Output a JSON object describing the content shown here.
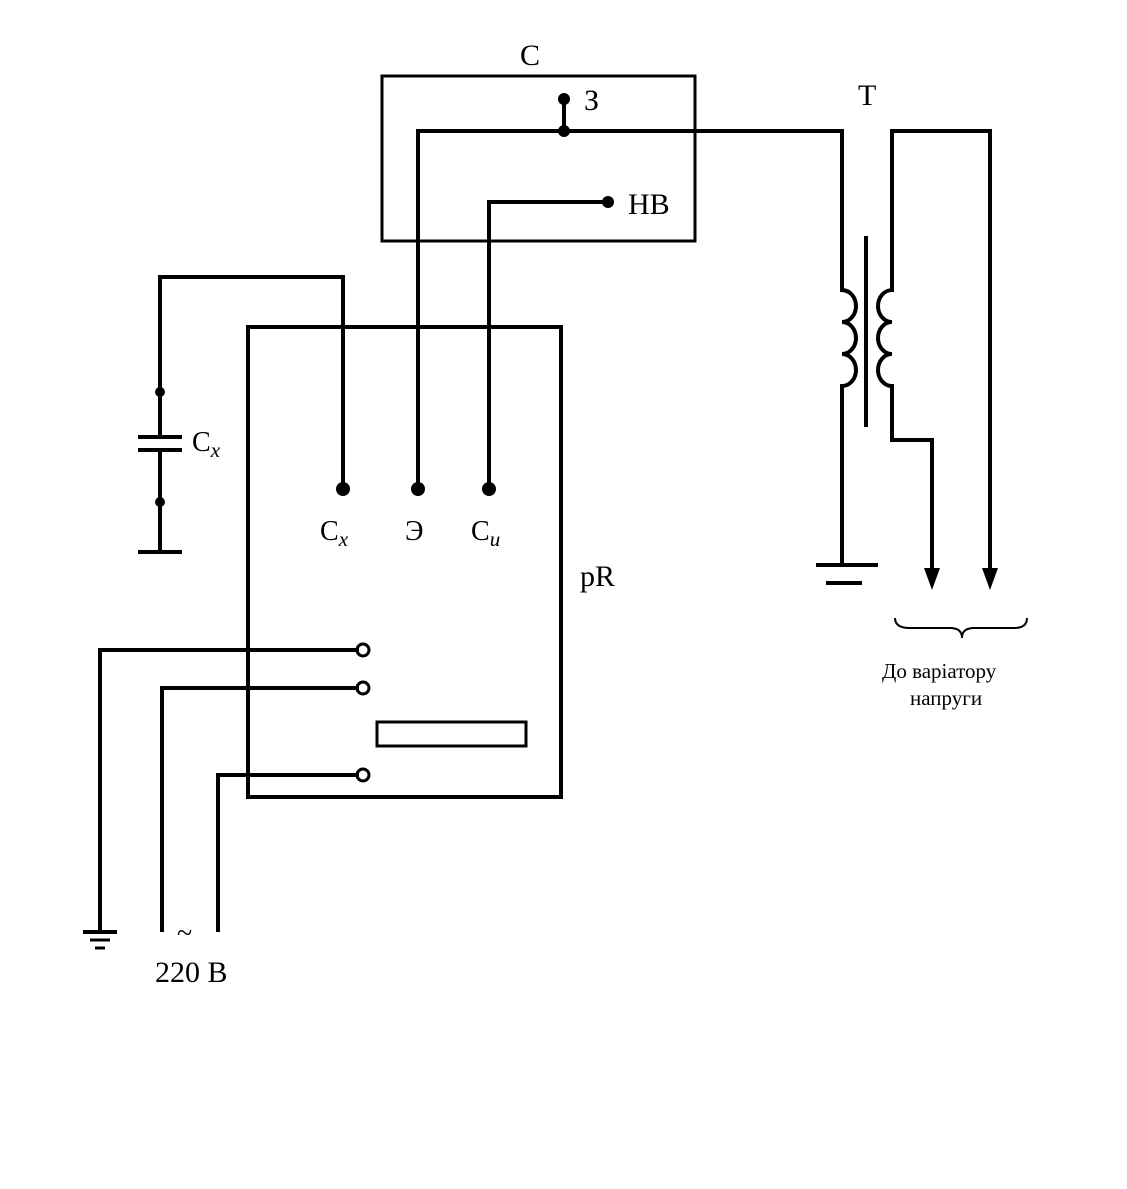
{
  "labels": {
    "bridge": "C",
    "ground_term": "З",
    "hv_term": "HB",
    "transformer": "T",
    "cap": "C",
    "cap_sub": "x",
    "term_cx": "C",
    "term_cx_sub": "x",
    "term_e": "Э",
    "term_cn": "C",
    "term_cn_sub": "и",
    "device": "pR",
    "mains_tilde": "~",
    "mains_voltage": "220 В",
    "variator_line1": "До варіатору",
    "variator_line2": "напруги"
  }
}
